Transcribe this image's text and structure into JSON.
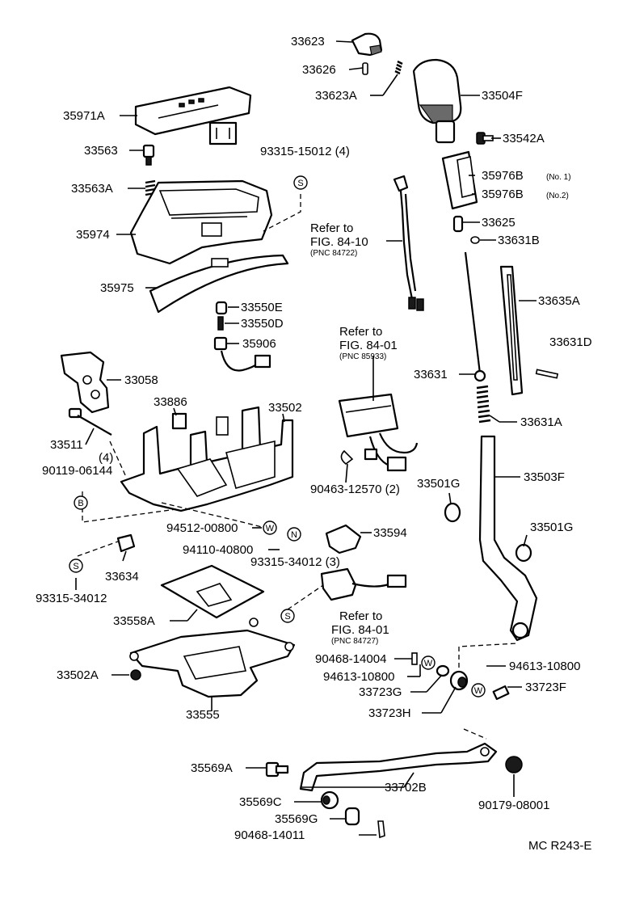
{
  "labels": {
    "p33623": "33623",
    "p33626": "33626",
    "p33623A": "33623A",
    "p33504F": "33504F",
    "p35971A": "35971A",
    "p33542A": "33542A",
    "p33563": "33563",
    "p93315_15012": "93315-15012 (4)",
    "p35976B_1": "35976B",
    "p35976B_1_note": "(No. 1)",
    "p35976B_2": "35976B",
    "p35976B_2_note": "(No.2)",
    "p33563A": "33563A",
    "p33625": "33625",
    "p33631B": "33631B",
    "p35974": "35974",
    "p35975": "35975",
    "p33635A": "33635A",
    "p33550E": "33550E",
    "p33550D": "33550D",
    "p33631D": "33631D",
    "p35906": "35906",
    "p33631": "33631",
    "p33058": "33058",
    "p33886": "33886",
    "p33502": "33502",
    "p33631A": "33631A",
    "p33511": "33511",
    "p4": "(4)",
    "p90119": "90119-06144",
    "p90463": "90463-12570 (2)",
    "p33501G_1": "33501G",
    "p33503F": "33503F",
    "p94512": "94512-00800",
    "p33501G_2": "33501G",
    "p94110": "94110-40800",
    "p33594": "33594",
    "p93315_34012_3": "93315-34012 (3)",
    "p33634": "33634",
    "p93315_34012": "93315-34012",
    "p33558A": "33558A",
    "p90468_14004": "90468-14004",
    "p94613_10800_a": "94613-10800",
    "p94613_10800_b": "94613-10800",
    "p33502A": "33502A",
    "p33723G": "33723G",
    "p33723F": "33723F",
    "p33723H": "33723H",
    "p33555": "33555",
    "p35569A": "35569A",
    "p33702B": "33702B",
    "p35569C": "35569C",
    "p90179": "90179-08001",
    "p35569G": "35569G",
    "p90468_14011": "90468-14011",
    "figure_code": "MC  R243-E"
  },
  "refs": {
    "r1": {
      "refer": "Refer to",
      "fig": "FIG. 84-10",
      "pnc": "(PNC 84722)"
    },
    "r2": {
      "refer": "Refer to",
      "fig": "FIG. 84-01",
      "pnc": "(PNC 85933)"
    },
    "r3": {
      "refer": "Refer to",
      "fig": "FIG. 84-01",
      "pnc": "(PNC 84727)"
    }
  },
  "symbols": {
    "S": "S",
    "B": "B",
    "W": "W",
    "N": "N"
  }
}
